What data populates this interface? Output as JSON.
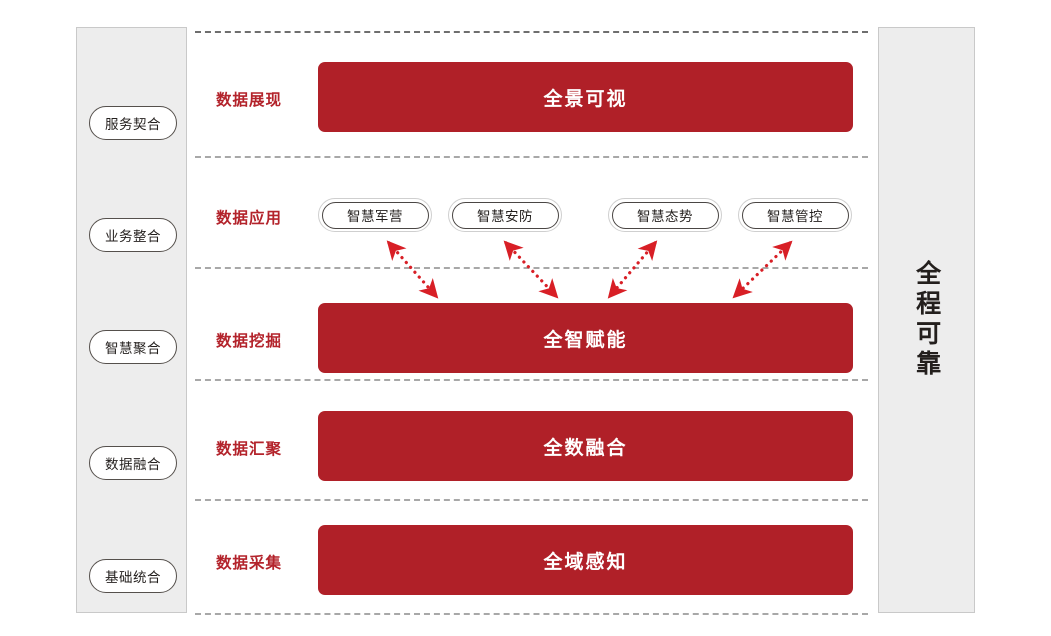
{
  "diagram": {
    "accent_red": "#b02028",
    "label_red": "#b3232b",
    "panel_gray": "#ededed",
    "text_dark": "#231f1d"
  },
  "left_panel": {
    "name": "integration-stages",
    "items": [
      {
        "label": "服务契合"
      },
      {
        "label": "业务整合"
      },
      {
        "label": "智慧聚合"
      },
      {
        "label": "数据融合"
      },
      {
        "label": "基础统合"
      }
    ]
  },
  "right_panel": {
    "name": "reliability-banner",
    "label": "全程可靠"
  },
  "rows": [
    {
      "label": "数据展现",
      "bar": "全景可视"
    },
    {
      "label": "数据应用",
      "bar": null
    },
    {
      "label": "数据挖掘",
      "bar": "全智赋能"
    },
    {
      "label": "数据汇聚",
      "bar": "全数融合"
    },
    {
      "label": "数据采集",
      "bar": "全域感知"
    }
  ],
  "applications": [
    {
      "label": "智慧军营"
    },
    {
      "label": "智慧安防"
    },
    {
      "label": "智慧态势"
    },
    {
      "label": "智慧管控"
    }
  ]
}
